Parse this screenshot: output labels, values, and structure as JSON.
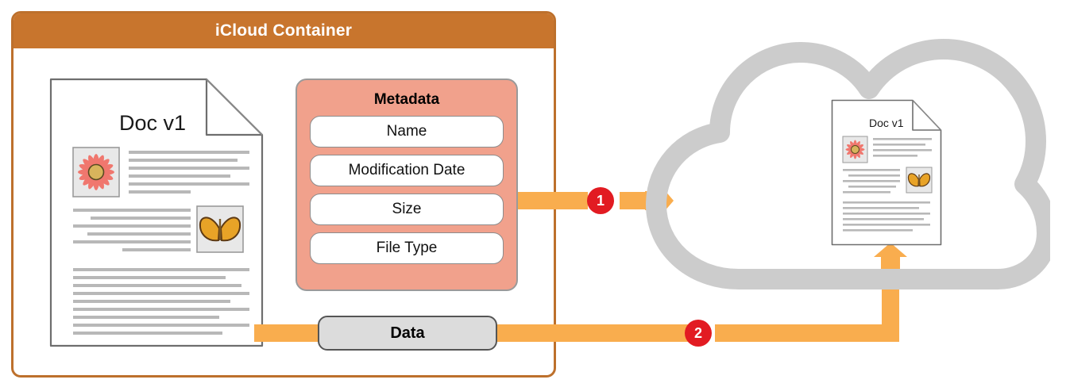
{
  "container": {
    "title": "iCloud Container",
    "header_color": "#c8752d",
    "border_color": "#bd702c"
  },
  "source_document": {
    "title": "Doc v1",
    "images": [
      "flower-image",
      "butterfly-image"
    ]
  },
  "cloud_document": {
    "title": "Doc v1",
    "images": [
      "flower-image",
      "butterfly-image"
    ]
  },
  "metadata": {
    "title": "Metadata",
    "panel_color": "#f1a18c",
    "fields": [
      {
        "label": "Name"
      },
      {
        "label": "Modification Date"
      },
      {
        "label": "Size"
      },
      {
        "label": "File Type"
      }
    ]
  },
  "data_channel": {
    "label": "Data"
  },
  "steps": [
    {
      "number": "1",
      "color": "#e21b22"
    },
    {
      "number": "2",
      "color": "#e21b22"
    }
  ],
  "flow": {
    "color": "#f9ad4e"
  },
  "cloud": {
    "label": "cloud-shape",
    "color": "#cccccc"
  }
}
